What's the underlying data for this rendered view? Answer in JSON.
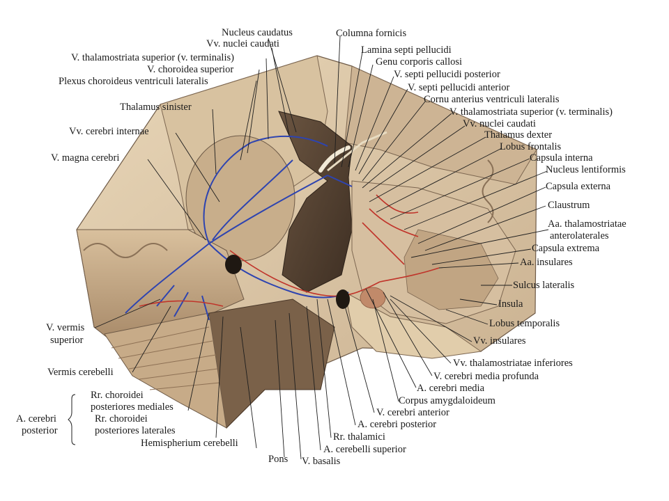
{
  "labels": {
    "nucleus_caudatus": "Nucleus caudatus",
    "columna_fornicis": "Columna fornicis",
    "vv_nuclei_caudati_top": "Vv. nuclei caudati",
    "lamina_septi_pellucidi": "Lamina septi pellucidi",
    "v_thalamostriata_sup_left": "V. thalamostriata superior (v. terminalis)",
    "genu_corporis_callosi": "Genu corporis callosi",
    "v_choroidea_superior": "V. choroidea superior",
    "v_septi_pellucidi_posterior": "V. septi pellucidi posterior",
    "plexus_choroideus": "Plexus choroideus ventriculi lateralis",
    "v_septi_pellucidi_anterior": "V. septi pellucidi anterior",
    "cornu_anterius": "Cornu anterius ventriculi  lateralis",
    "thalamus_sinister": "Thalamus sinister",
    "v_thalamostriata_sup_right": "V. thalamostriata superior (v. terminalis)",
    "vv_nuclei_caudati_right": "Vv. nuclei caudati",
    "vv_cerebri_internae": "Vv. cerebri internae",
    "thalamus_dexter": "Thalamus dexter",
    "lobus_frontalis": "Lobus frontalis",
    "v_magna_cerebri": "V. magna cerebri",
    "capsula_interna": "Capsula interna",
    "nucleus_lentiformis": "Nucleus lentiformis",
    "capsula_externa": "Capsula externa",
    "claustrum": "Claustrum",
    "aa_thalamostriatae_1": "Aa. thalamostriatae",
    "aa_thalamostriatae_2": "anterolaterales",
    "capsula_extrema": "Capsula extrema",
    "aa_insulares": "Aa. insulares",
    "sulcus_lateralis": "Sulcus lateralis",
    "insula": "Insula",
    "lobus_temporalis": "Lobus temporalis",
    "v_vermis_superior_1": "V. vermis",
    "v_vermis_superior_2": "superior",
    "vv_insulares": "Vv. insulares",
    "vermis_cerebelli": "Vermis cerebelli",
    "vv_thalamostriatae_inf": "Vv. thalamostriatae inferiores",
    "v_cerebri_media_profunda": "V. cerebri media profunda",
    "a_cerebri_media": "A. cerebri media",
    "rr_choroidei_med_1": "Rr. choroidei",
    "rr_choroidei_med_2": "posteriores mediales",
    "corpus_amygdaloideum": "Corpus amygdaloideum",
    "a_cerebri_posterior_left_1": "A. cerebri",
    "a_cerebri_posterior_left_2": "posterior",
    "v_cerebri_anterior": "V. cerebri anterior",
    "rr_choroidei_lat_1": "Rr. choroidei",
    "rr_choroidei_lat_2": "posteriores laterales",
    "a_cerebri_posterior": "A. cerebri posterior",
    "rr_thalamici": "Rr. thalamici",
    "hemispherium_cerebelli": "Hemispherium cerebelli",
    "a_cerebelli_superior": "A. cerebelli superior",
    "pons": "Pons",
    "v_basalis": "V. basalis"
  },
  "colors": {
    "background": "#ffffff",
    "text": "#1a1a1a",
    "tissue_light": "#e4d2b3",
    "tissue_mid": "#bba081",
    "tissue_dark": "#5b4634",
    "vein": "#2e44b0",
    "artery": "#c0342a"
  }
}
